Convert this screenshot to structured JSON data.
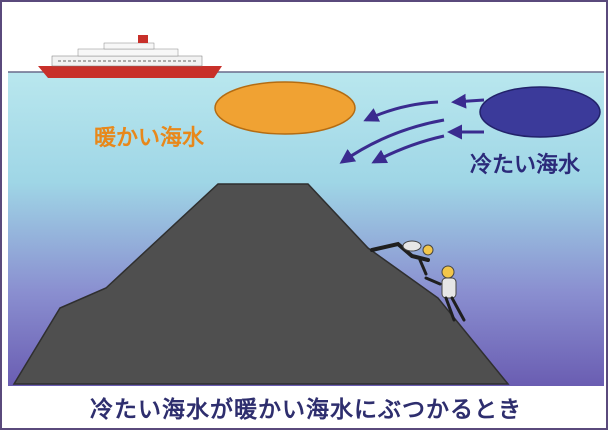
{
  "labels": {
    "warm_water": "暖かい海水",
    "cold_water": "冷たい海水"
  },
  "caption": "冷たい海水が暖かい海水にぶつかるとき",
  "colors": {
    "warm": "#e8881a",
    "cold": "#2b2a7a",
    "mountain": "#4f4f4f",
    "sea_top": "#a8e0ea",
    "sea_bottom": "#6a5db2",
    "arrow": "#3a2b8f"
  },
  "icons": [
    "ship-icon",
    "diver-icon",
    "diver-icon"
  ]
}
